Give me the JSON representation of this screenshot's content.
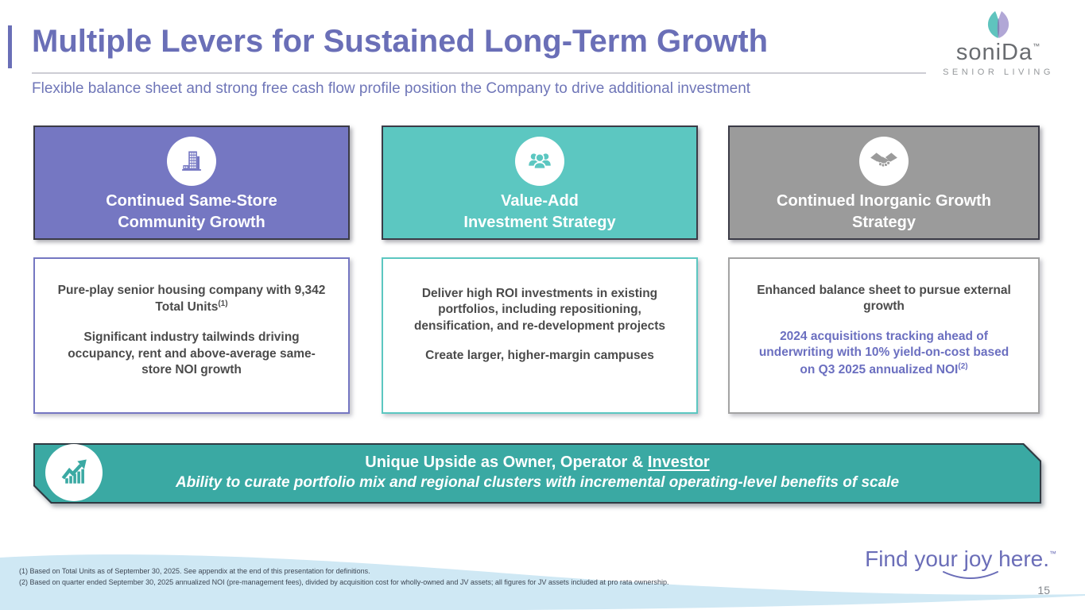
{
  "slide": {
    "title": "Multiple Levers for Sustained Long-Term Growth",
    "subtitle": "Flexible balance sheet and strong free cash flow profile position the Company to drive additional investment",
    "page_number": "15"
  },
  "logo": {
    "brand": "soniDa",
    "trademark": "™",
    "subtext": "SENIOR LIVING"
  },
  "columns": [
    {
      "header_line1": "Continued Same-Store",
      "header_line2": "Community Growth",
      "icon": "building-icon",
      "body_p1": "Pure-play senior housing company with 9,342 Total Units",
      "body_p1_sup": "(1)",
      "body_p2": "Significant industry tailwinds driving occupancy, rent and above-average same-store NOI growth"
    },
    {
      "header_line1": "Value-Add",
      "header_line2": "Investment Strategy",
      "icon": "people-icon",
      "body_p1": "Deliver high ROI investments in existing portfolios,  including repositioning, densification, and re-development projects",
      "body_p2": "Create larger, higher-margin campuses"
    },
    {
      "header_line1": "Continued Inorganic Growth",
      "header_line2": "Strategy",
      "icon": "handshake-icon",
      "body_p1": "Enhanced balance sheet to pursue external growth",
      "body_p2": "2024 acquisitions tracking ahead of underwriting with 10% yield-on-cost based on Q3 2025 annualized NOI",
      "body_p2_sup": "(2)"
    }
  ],
  "banner": {
    "line1_prefix": "Unique Upside as Owner, Operator & ",
    "line1_underlined": "Investor",
    "line2": "Ability to curate portfolio mix and regional clusters with incremental operating-level benefits of scale",
    "icon": "growth-chart-icon"
  },
  "footnotes": [
    "(1) Based on Total Units as of September 30, 2025. See appendix at the end of this presentation for definitions.",
    "(2) Based on quarter ended September 30, 2025 annualized NOI (pre-management fees), divided by acquisition cost for wholly-owned and JV assets; all figures for JV assets included at pro rata ownership."
  ],
  "tagline": {
    "text": "Find your joy here.",
    "trademark": "™"
  },
  "colors": {
    "title_purple": "#6a6fb7",
    "card_purple": "#7577c2",
    "card_teal": "#5cc7c1",
    "card_gray": "#9b9b9b",
    "banner_teal": "#3aa9a3",
    "accent_text_purple": "#6b6fc0",
    "wave_blue": "#cfe8f4"
  }
}
